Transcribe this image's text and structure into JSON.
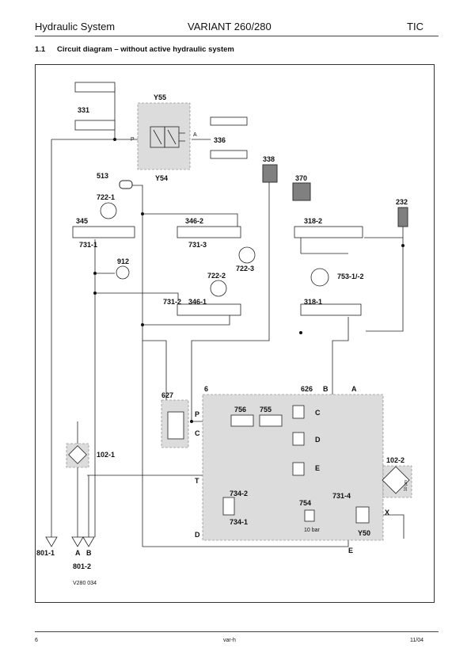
{
  "header": {
    "left": "Hydraulic System",
    "center": "VARIANT 260/280",
    "right": "TIC"
  },
  "section": {
    "number": "1.1",
    "title": "Circuit diagram – without active hydraulic system"
  },
  "diagram": {
    "ref": "V280 034",
    "labels": {
      "c331": "331",
      "y55": "Y55",
      "p_port": "P",
      "a_port": "A",
      "c336": "336",
      "y54": "Y54",
      "c513": "513",
      "c338": "338",
      "c370": "370",
      "c232": "232",
      "c722_1": "722-1",
      "c345": "345",
      "c346_2": "346-2",
      "c318_2": "318-2",
      "c731_1": "731-1",
      "c731_3": "731-3",
      "c722_3": "722-3",
      "c912": "912",
      "c753": "753-1/-2",
      "c722_2": "722-2",
      "c731_2": "731-2",
      "c346_1": "346-1",
      "c318_1": "318-1",
      "c627": "627",
      "c6": "6",
      "c626": "626",
      "b_top": "B",
      "a_top": "A",
      "c756": "756",
      "c755": "755",
      "p_block": "P",
      "c_block": "C",
      "c_626": "C",
      "d_626": "D",
      "e_626": "E",
      "c102_1": "102-1",
      "c102_2": "102-2",
      "t_port": "T",
      "c734_2": "734-2",
      "c734_1": "734-1",
      "c754": "754",
      "c731_4": "731-4",
      "bar10": "10 bar",
      "y50": "Y50",
      "x_port": "X",
      "d_port": "D",
      "e_port": "E",
      "c801_1": "801-1",
      "a_bot": "A",
      "b_bot": "B",
      "c801_2": "801-2",
      "filter_um": "10 µm"
    }
  },
  "footer": {
    "left": "6",
    "center": "var-h",
    "right": "11/04"
  }
}
